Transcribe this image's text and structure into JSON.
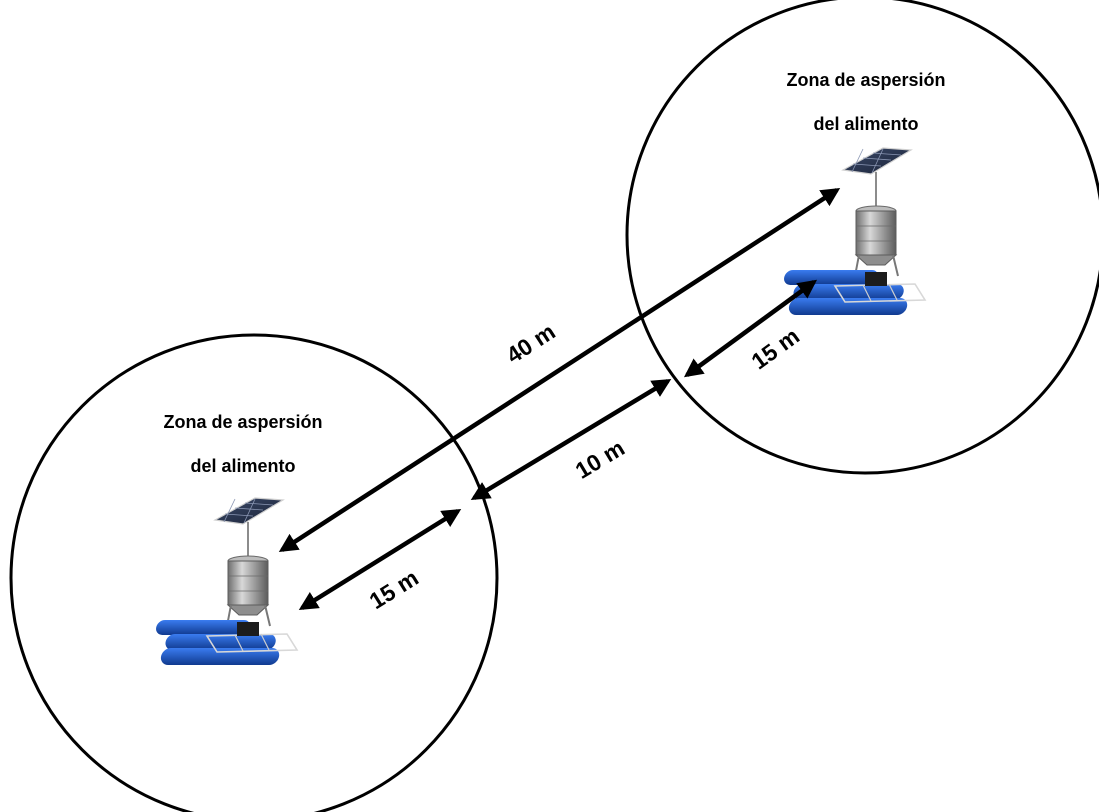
{
  "zones": [
    {
      "line1": "Zona de aspersión",
      "line2": "del alimento"
    },
    {
      "line1": "Zona de aspersión",
      "line2": "del alimento"
    }
  ],
  "distances": {
    "feeder_to_feeder": "40 m",
    "between_zones": "10 m",
    "radius_left": "15 m",
    "radius_right": "15 m"
  },
  "colors": {
    "outline": "#000000",
    "float_blue": "#1f5fd0",
    "float_dark": "#123e96",
    "hopper_steel": "#9a9a9a",
    "panel": "#2a3550"
  }
}
